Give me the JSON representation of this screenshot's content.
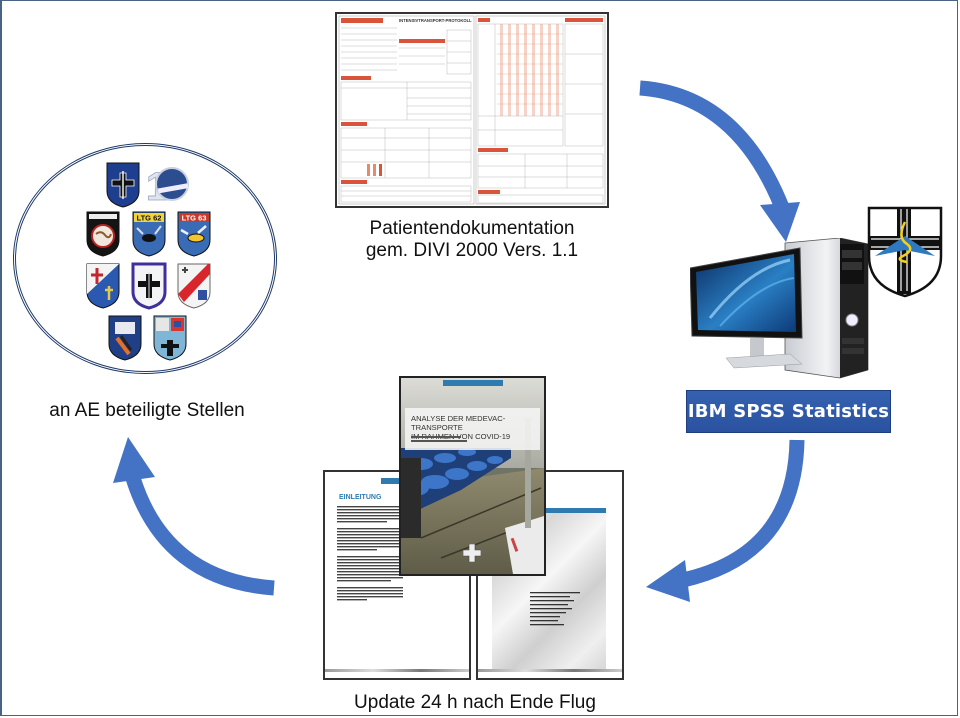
{
  "diagram": {
    "title": "Datenfluss AE-Dokumentation",
    "nodes": {
      "documentation": {
        "caption_line1": "Patientendokumentation",
        "caption_line2": "gem. DIVI 2000 Vers. 1.1",
        "form_title": "INTENSIVTRANSPORT-PROTOKOLL"
      },
      "analysis": {
        "label": "IBM SPSS Statistics"
      },
      "report": {
        "caption": "Update 24 h nach Ende Flug",
        "cover_title_line1": "ANALYSE DER MEDEVAC-TRANSPORTE",
        "cover_title_line2": "IM RAHMEN VON COVID-19",
        "left_page_heading": "EINLEITUNG"
      },
      "stakeholders": {
        "caption": "an AE beteiligte Stellen",
        "crests": [
          {
            "name": "sanitaetskommando-crest"
          },
          {
            "name": "anniversary-10-crest"
          },
          {
            "name": "black-globe-crest"
          },
          {
            "name": "ltg-62-crest",
            "label": "LTG 62"
          },
          {
            "name": "ltg-63-crest",
            "label": "LTG 63"
          },
          {
            "name": "red-cross-blue-crest"
          },
          {
            "name": "black-cross-purple-crest"
          },
          {
            "name": "hamburg-red-stripe-crest"
          },
          {
            "name": "berlin-crest"
          },
          {
            "name": "regional-quartered-crest"
          }
        ]
      }
    },
    "edges": [
      {
        "from": "documentation",
        "to": "analysis"
      },
      {
        "from": "analysis",
        "to": "report"
      },
      {
        "from": "report",
        "to": "stakeholders"
      }
    ],
    "colors": {
      "arrow": "#4472c4",
      "spss_box": "#2f5aa8",
      "frame": "#4a6283",
      "circle": "#1f3a6b",
      "form_accent": "#d9543a"
    }
  }
}
